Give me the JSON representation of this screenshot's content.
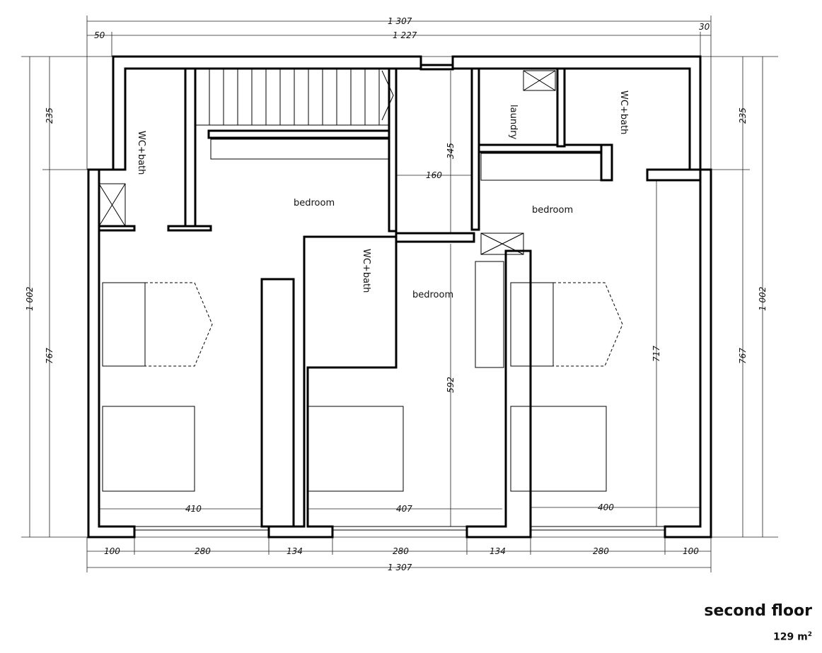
{
  "title": "second floor",
  "area": "129 m",
  "area_sup": "2",
  "dimensions": {
    "top_total": "1 307",
    "top_left_offset": "50",
    "top_inner": "1 227",
    "top_right_offset": "30",
    "left_upper": "235",
    "left_total": "1 002",
    "left_lower": "767",
    "right_upper": "235",
    "right_total": "1 002",
    "right_lower": "767",
    "corridor_depth": "345",
    "corridor_width": "160",
    "middle_room_depth": "592",
    "right_room_depth": "717",
    "left_room_width": "410",
    "middle_room_width": "407",
    "right_room_width": "400",
    "bottom_segments": [
      "100",
      "280",
      "134",
      "280",
      "134",
      "280",
      "100"
    ],
    "bottom_total": "1 307"
  },
  "rooms": {
    "wc_left": "WC+bath",
    "bedroom_left": "bedroom",
    "laundry": "laundry",
    "wc_right": "WC+bath",
    "bedroom_right": "bedroom",
    "wc_middle": "WC+bath",
    "bedroom_middle": "bedroom"
  }
}
